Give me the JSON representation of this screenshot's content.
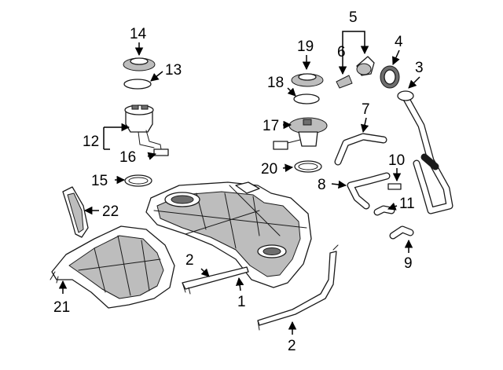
{
  "callouts": [
    {
      "key": "n1",
      "text": "1"
    },
    {
      "key": "n2a",
      "text": "2"
    },
    {
      "key": "n2b",
      "text": "2"
    },
    {
      "key": "n3",
      "text": "3"
    },
    {
      "key": "n4",
      "text": "4"
    },
    {
      "key": "n5",
      "text": "5"
    },
    {
      "key": "n6",
      "text": "6"
    },
    {
      "key": "n7",
      "text": "7"
    },
    {
      "key": "n8",
      "text": "8"
    },
    {
      "key": "n9",
      "text": "9"
    },
    {
      "key": "n10",
      "text": "10"
    },
    {
      "key": "n11",
      "text": "11"
    },
    {
      "key": "n12",
      "text": "12"
    },
    {
      "key": "n13",
      "text": "13"
    },
    {
      "key": "n14",
      "text": "14"
    },
    {
      "key": "n15",
      "text": "15"
    },
    {
      "key": "n16",
      "text": "16"
    },
    {
      "key": "n17",
      "text": "17"
    },
    {
      "key": "n18",
      "text": "18"
    },
    {
      "key": "n19",
      "text": "19"
    },
    {
      "key": "n20",
      "text": "20"
    },
    {
      "key": "n21",
      "text": "21"
    },
    {
      "key": "n22",
      "text": "22"
    }
  ]
}
